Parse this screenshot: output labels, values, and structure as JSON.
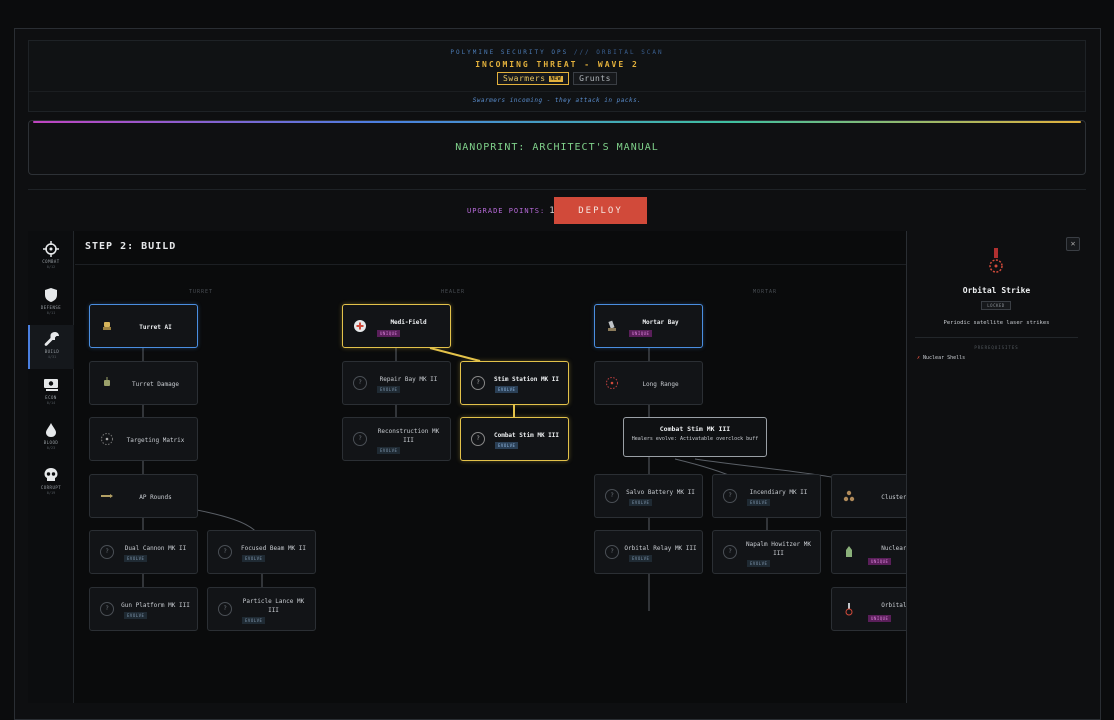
{
  "header": {
    "brand": "POLYMINE SECURITY OPS",
    "separator": "///",
    "mode": "ORBITAL SCAN",
    "threat": "INCOMING THREAT - WAVE 2",
    "enemies": [
      {
        "label": "Swarmers",
        "badge": "NEW",
        "active": true
      },
      {
        "label": "Grunts",
        "active": false
      }
    ],
    "subtitle": "Swarmers incoming - they attack in packs."
  },
  "title_panel": {
    "title": "NANOPRINT: ARCHITECT'S MANUAL"
  },
  "upgrade": {
    "label": "UPGRADE POINTS:",
    "value": "1"
  },
  "deploy_label": "DEPLOY",
  "sidebar": [
    {
      "label": "COMBAT",
      "count": "0/12",
      "icon": "crosshair-icon"
    },
    {
      "label": "DEFENSE",
      "count": "0/11",
      "icon": "shield-icon"
    },
    {
      "label": "BUILD",
      "count": "4/31",
      "icon": "wrench-icon",
      "active": true
    },
    {
      "label": "ECON",
      "count": "0/14",
      "icon": "money-icon"
    },
    {
      "label": "BLOOD",
      "count": "0/23",
      "icon": "blood-drop-icon"
    },
    {
      "label": "CORRUPT",
      "count": "0/19",
      "icon": "skull-icon"
    }
  ],
  "board": {
    "step_title": "STEP 2: BUILD",
    "columns": [
      "TURRET",
      "HEALER",
      "MORTAR"
    ]
  },
  "nodes": {
    "turret_ai": {
      "name": "Turret AI"
    },
    "turret_damage": {
      "name": "Turret Damage"
    },
    "targeting_matrix": {
      "name": "Targeting Matrix"
    },
    "ap_rounds": {
      "name": "AP Rounds"
    },
    "dual_cannon": {
      "name": "Dual Cannon MK II",
      "tag": "EVOLVE"
    },
    "focused_beam": {
      "name": "Focused Beam MK II",
      "tag": "EVOLVE"
    },
    "gun_platform": {
      "name": "Gun Platform MK III",
      "tag": "EVOLVE"
    },
    "particle_lance": {
      "name": "Particle Lance MK III",
      "tag": "EVOLVE"
    },
    "medi_field": {
      "name": "Medi-Field",
      "tag": "UNIQUE"
    },
    "repair_bay": {
      "name": "Repair Bay MK II",
      "tag": "EVOLVE"
    },
    "stim_station": {
      "name": "Stim Station MK II",
      "tag": "EVOLVE"
    },
    "reconstruction": {
      "name": "Reconstruction MK III",
      "tag": "EVOLVE"
    },
    "combat_stim": {
      "name": "Combat Stim MK III",
      "tag": "EVOLVE"
    },
    "mortar_bay": {
      "name": "Mortar Bay",
      "tag": "UNIQUE"
    },
    "long_range": {
      "name": "Long Range"
    },
    "salvo_battery": {
      "name": "Salvo Battery MK II",
      "tag": "EVOLVE"
    },
    "incendiary": {
      "name": "Incendiary MK II",
      "tag": "EVOLVE"
    },
    "cluster": {
      "name": "Cluster S"
    },
    "orbital_relay": {
      "name": "Orbital Relay MK III",
      "tag": "EVOLVE"
    },
    "napalm_howitzer": {
      "name": "Napalm Howitzer MK III",
      "tag": "EVOLVE"
    },
    "nuclear": {
      "name": "Nuclear S",
      "tag": "UNIQUE"
    },
    "orbital_s": {
      "name": "Orbital S",
      "tag": "UNIQUE"
    }
  },
  "tooltip": {
    "title": "Combat Stim MK III",
    "desc": "Healers evolve: Activatable overclock buff"
  },
  "detail": {
    "title": "Orbital Strike",
    "status": "LOCKED",
    "desc": "Periodic satellite laser strikes",
    "prereq_label": "PREREQUISITES",
    "prereqs": [
      "Nuclear Shells"
    ]
  },
  "colors": {
    "accent_gold": "#e3c24a",
    "accent_blue": "#4a8ee0",
    "deploy_red": "#d14a3a",
    "title_green": "#7fd08a",
    "unique_purple": "#d77dd7"
  }
}
